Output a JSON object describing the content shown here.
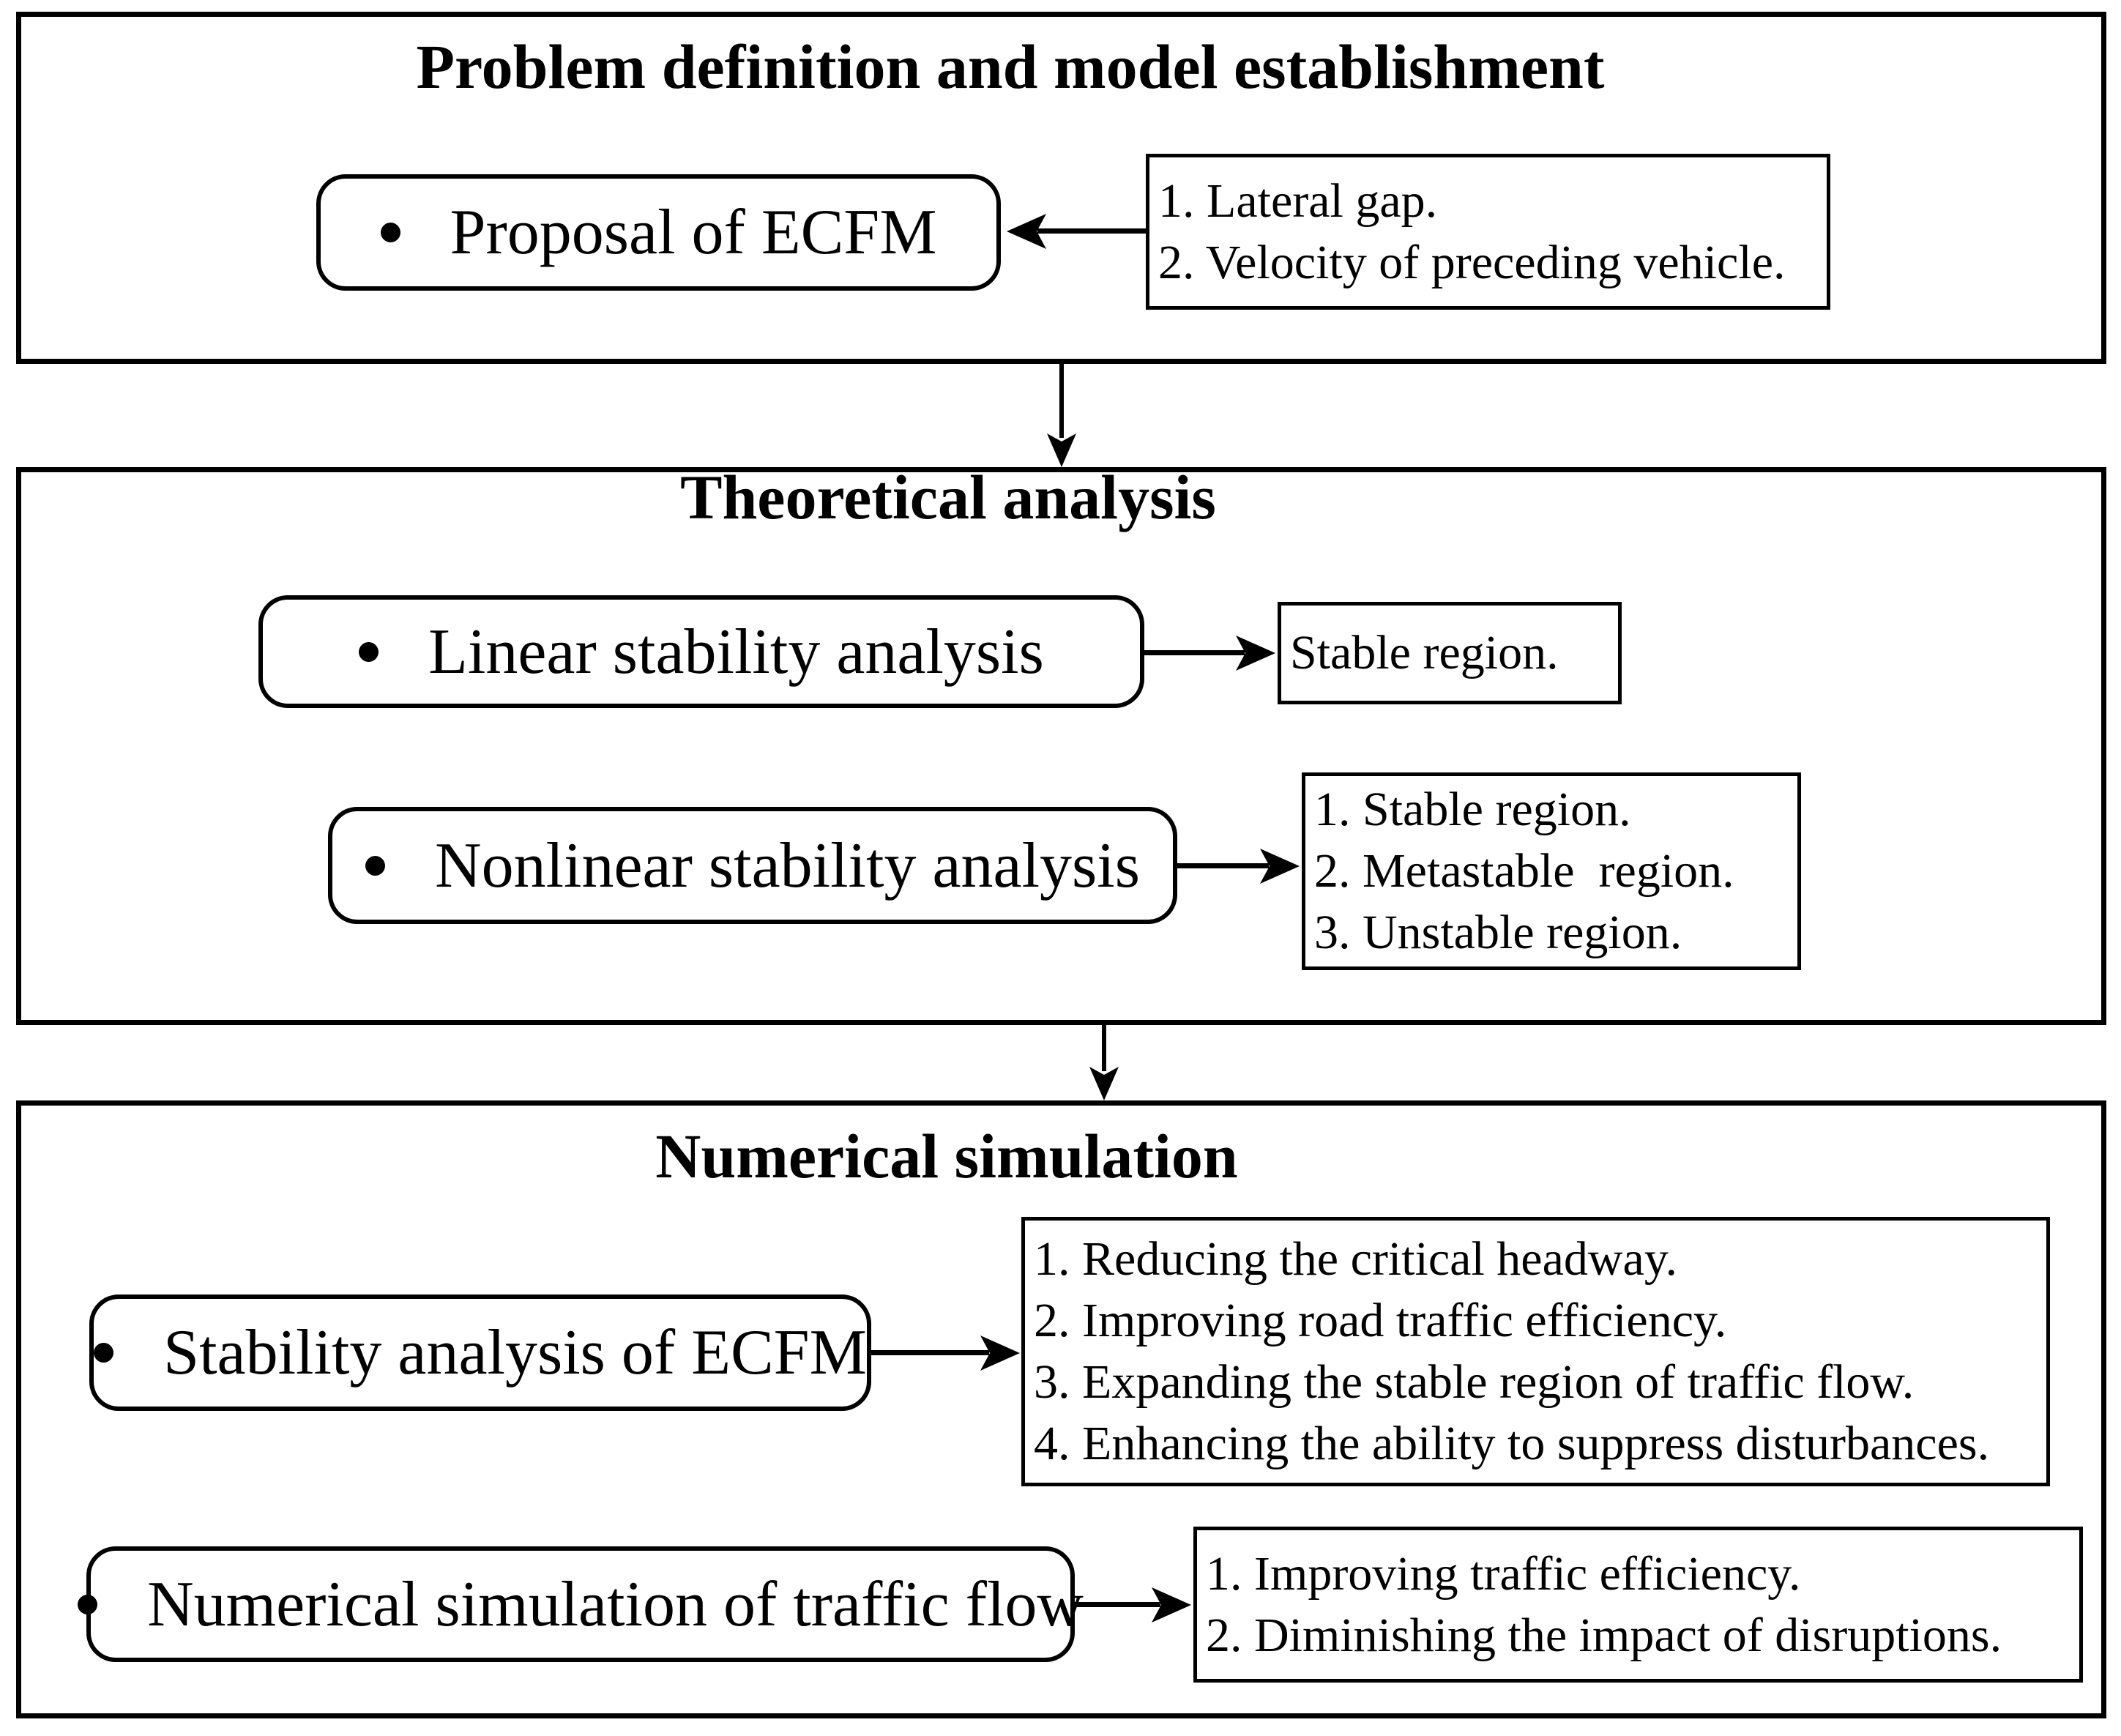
{
  "colors": {
    "ink": "#000000",
    "background": "#ffffff"
  },
  "sections": [
    {
      "title": "Problem definition and model establishment",
      "rows": [
        {
          "label": "Proposal of ECFM",
          "arrow": "left",
          "items": [
            "1. Lateral gap.",
            "2. Velocity of preceding vehicle."
          ]
        }
      ]
    },
    {
      "title": "Theoretical analysis",
      "rows": [
        {
          "label": "Linear stability analysis",
          "arrow": "right",
          "items": [
            "Stable region."
          ]
        },
        {
          "label": "Nonlinear stability analysis",
          "arrow": "right",
          "items": [
            "1. Stable region.",
            "2. Metastable  region.",
            "3. Unstable region."
          ]
        }
      ]
    },
    {
      "title": "Numerical simulation",
      "rows": [
        {
          "label": "Stability analysis of ECFM",
          "arrow": "right",
          "items": [
            "1. Reducing the critical headway.",
            "2. Improving road traffic efficiency.",
            "3. Expanding the stable region of traffic flow.",
            "4. Enhancing the ability to suppress disturbances."
          ]
        },
        {
          "label": "Numerical simulation of traffic flow",
          "arrow": "right",
          "items": [
            "1. Improving traffic efficiency.",
            "2. Diminishing the impact of disruptions."
          ]
        }
      ]
    }
  ]
}
